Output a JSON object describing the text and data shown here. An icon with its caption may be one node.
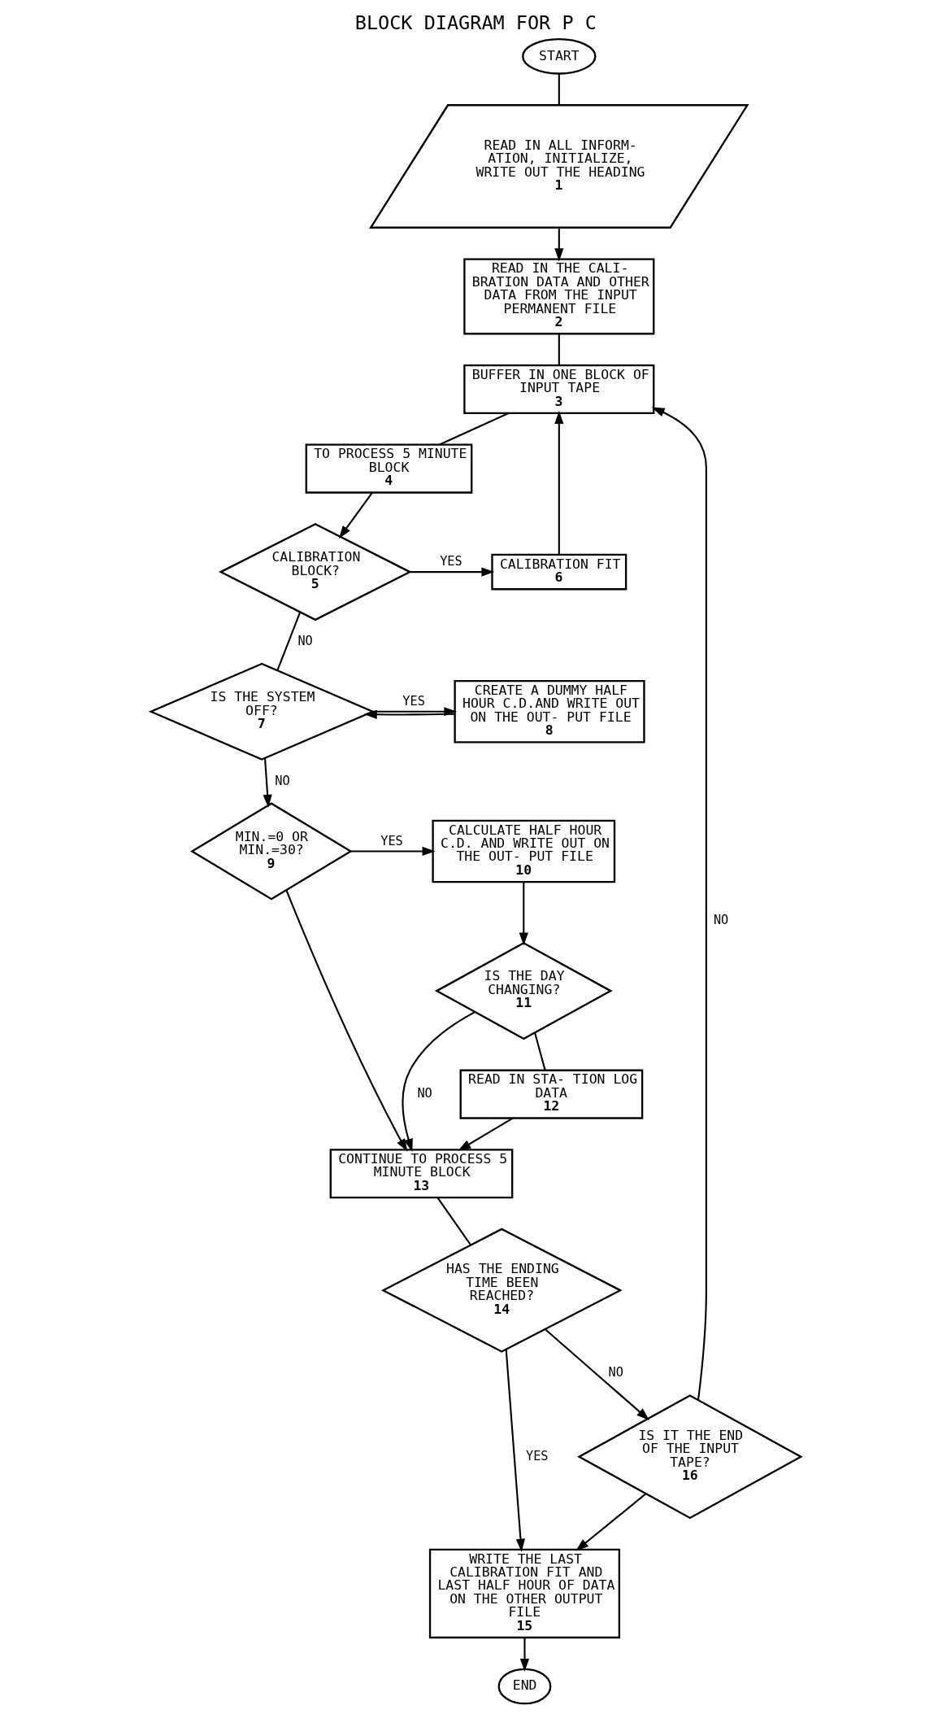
{
  "diagram": {
    "title": "BLOCK DIAGRAM FOR P C",
    "nodes": [
      {
        "text": [
          "START"
        ]
      },
      {
        "text": [
          "READ IN ALL INFORM- ATION, INITIALIZE, WRITE OUT THE HEADING",
          "1"
        ]
      },
      {
        "text": [
          "READ IN THE CALI- BRATION DATA AND OTHER DATA FROM THE INPUT PERMANENT FILE",
          "2"
        ]
      },
      {
        "text": [
          "BUFFER IN ONE BLOCK OF INPUT TAPE",
          "3"
        ]
      },
      {
        "text": [
          "TO PROCESS 5 MINUTE BLOCK",
          "4"
        ]
      },
      {
        "text": [
          "CALIBRATION BLOCK?",
          "5"
        ]
      },
      {
        "text": [
          "CALIBRATION FIT",
          "6"
        ]
      },
      {
        "text": [
          "IS THE SYSTEM OFF?",
          "7"
        ]
      },
      {
        "text": [
          "CREATE A DUMMY HALF HOUR C.D.AND WRITE OUT ON THE OUT- PUT FILE",
          "8"
        ]
      },
      {
        "text": [
          "MIN.=0 OR MIN.=30?",
          "9"
        ]
      },
      {
        "text": [
          "CALCULATE HALF HOUR C.D. AND WRITE OUT ON THE OUT- PUT FILE",
          "10"
        ]
      },
      {
        "text": [
          "IS THE DAY CHANGING?",
          "11"
        ]
      },
      {
        "text": [
          "READ IN STA- TION LOG DATA",
          "12"
        ]
      },
      {
        "text": [
          "CONTINUE TO PROCESS 5 MINUTE BLOCK",
          "13"
        ]
      },
      {
        "text": [
          "HAS THE ENDING TIME BEEN REACHED?",
          "14"
        ]
      },
      {
        "text": [
          "WRITE THE LAST CALIBRATION FIT AND LAST HALF HOUR OF DATA ON THE OTHER OUTPUT FILE",
          "15"
        ]
      },
      {
        "text": [
          "IS IT THE END OF THE INPUT TAPE?",
          "16"
        ]
      },
      {
        "text": [
          "END"
        ]
      }
    ],
    "edges": [
      {
        "from": 0,
        "to": 1,
        "arrow": "none"
      },
      {
        "from": 1,
        "to": 2,
        "arrow": "to"
      },
      {
        "from": 2,
        "to": 3,
        "arrow": "none"
      },
      {
        "from": 3,
        "to": 4,
        "arrow": "none"
      },
      {
        "from": 4,
        "to": 5,
        "arrow": "to"
      },
      {
        "from": 5,
        "to": 6,
        "arrow": "to",
        "label": "YES"
      },
      {
        "from": 6,
        "to": 3,
        "arrow": "to"
      },
      {
        "from": 5,
        "to": 7,
        "arrow": "none",
        "label": "NO"
      },
      {
        "from": 8,
        "to": 7,
        "arrow": "to"
      },
      {
        "from": 7,
        "to": 8,
        "arrow": "to",
        "label": "YES"
      },
      {
        "from": 7,
        "to": 9,
        "arrow": "to",
        "label": "NO"
      },
      {
        "from": 9,
        "to": 10,
        "arrow": "to",
        "label": "YES"
      },
      {
        "from": 9,
        "to": 13,
        "arrow": "to"
      },
      {
        "from": 10,
        "to": 11,
        "arrow": "to"
      },
      {
        "from": 11,
        "to": 13,
        "arrow": "to",
        "label": "NO"
      },
      {
        "from": 11,
        "to": 12,
        "arrow": "none"
      },
      {
        "from": 12,
        "to": 13,
        "arrow": "to"
      },
      {
        "from": 13,
        "to": 14,
        "arrow": "none"
      },
      {
        "from": 14,
        "to": 16,
        "arrow": "to",
        "label": "NO"
      },
      {
        "from": 14,
        "to": 15,
        "arrow": "to",
        "label": "YES"
      },
      {
        "from": 16,
        "to": 3,
        "arrow": "to",
        "label": "NO"
      },
      {
        "from": 16,
        "to": 15,
        "arrow": "to"
      },
      {
        "from": 15,
        "to": 17,
        "arrow": "to"
      }
    ]
  }
}
